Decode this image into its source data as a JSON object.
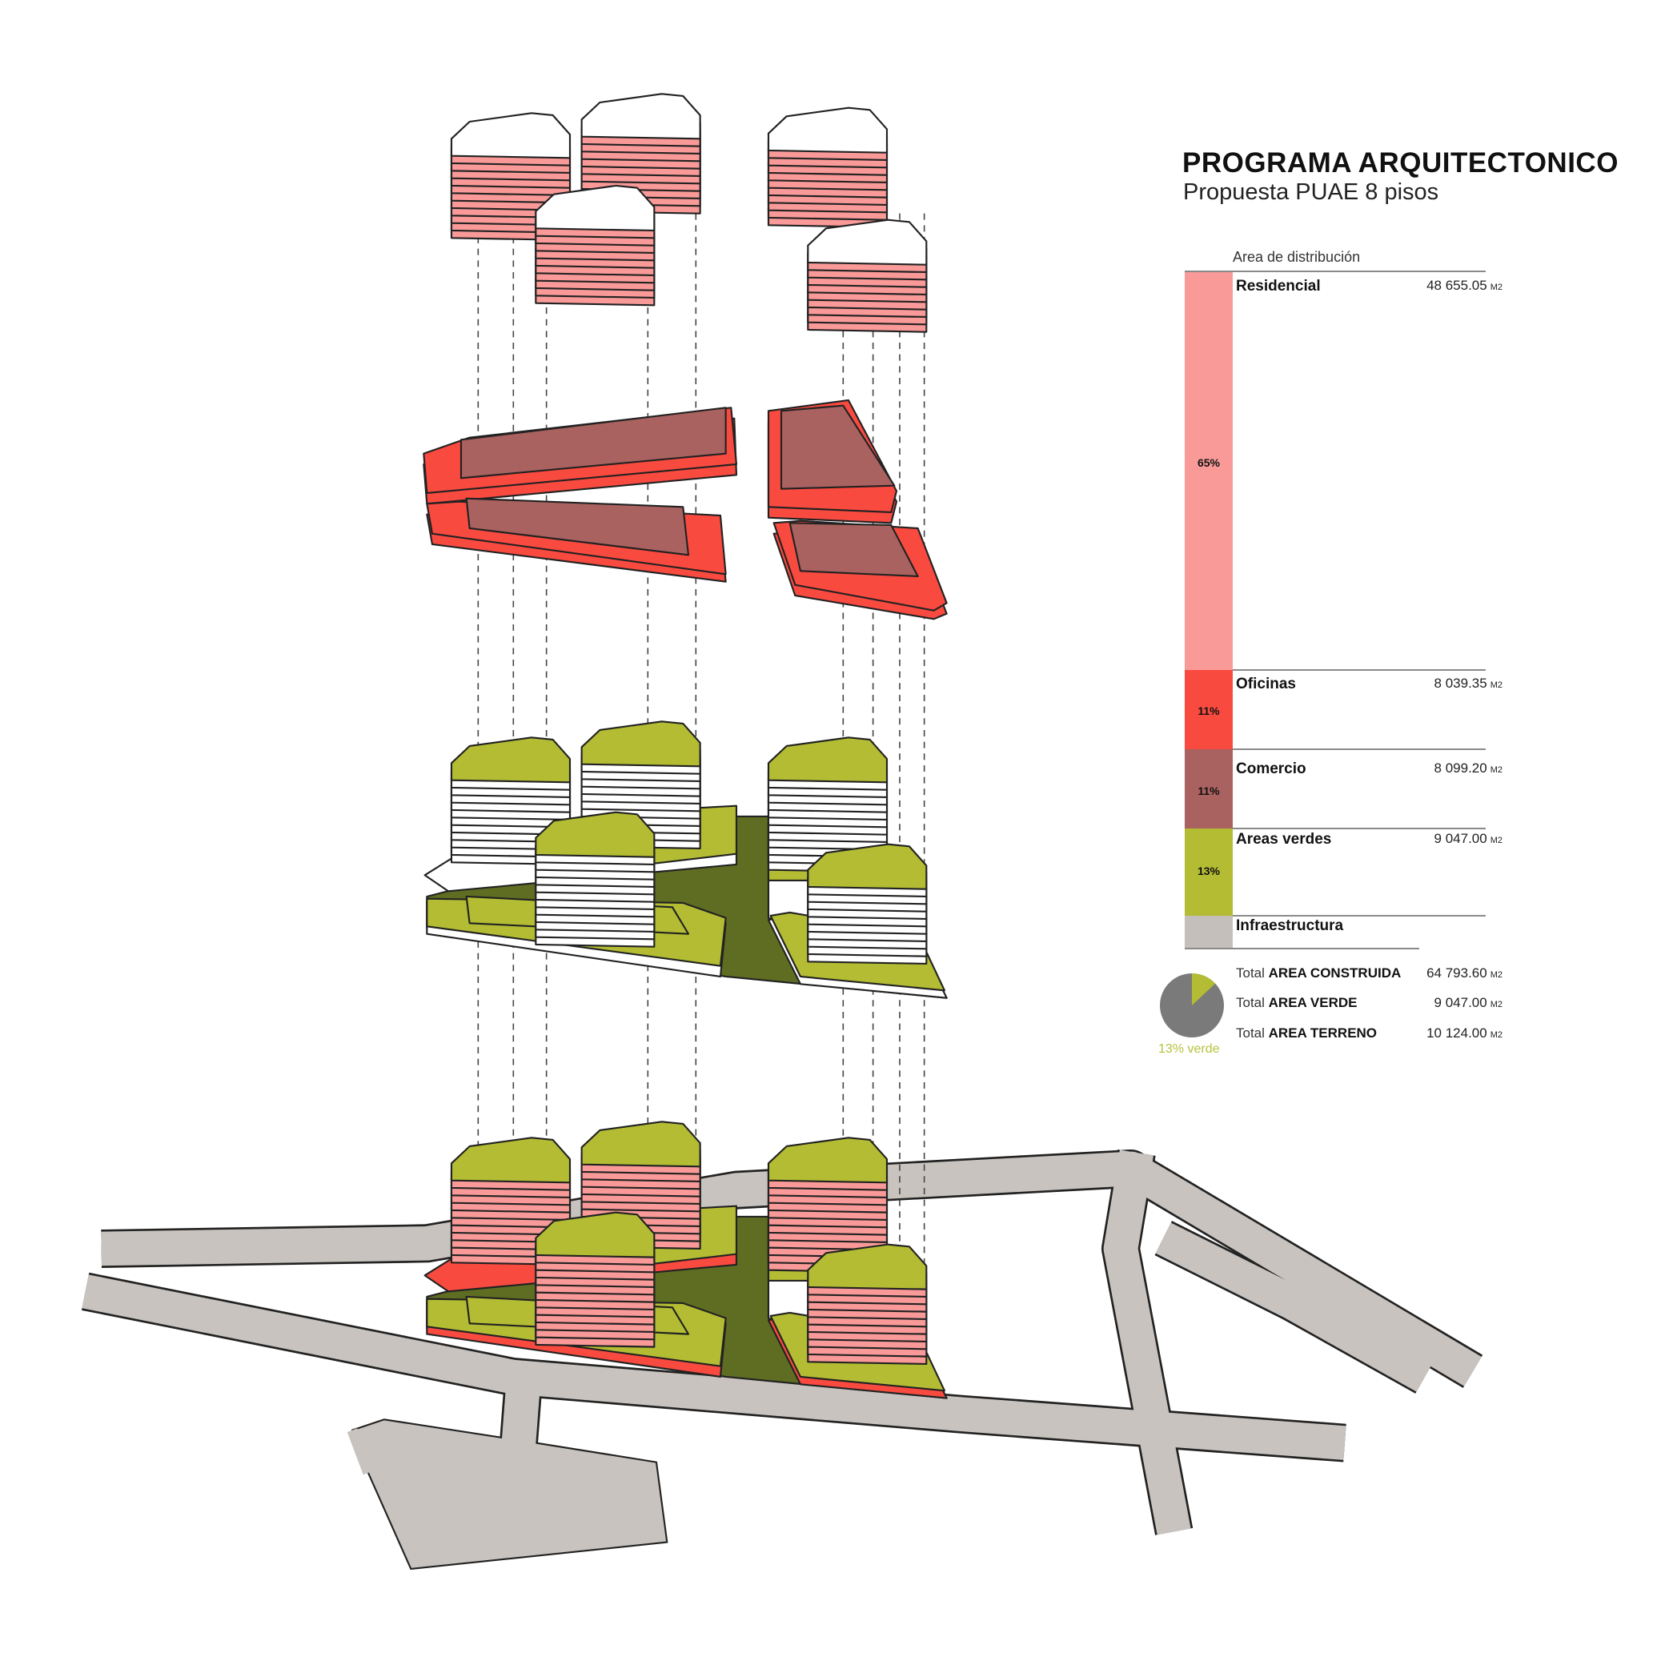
{
  "header": {
    "title": "PROGRAMA ARQUITECTONICO",
    "subtitle": "Propuesta PUAE 8 pisos"
  },
  "legend": {
    "heading": "Area de distribución",
    "unit": "M2",
    "items": [
      {
        "label": "Residencial",
        "value": "48 655.05",
        "percent": "65%",
        "color": "#f99a98"
      },
      {
        "label": "Oficinas",
        "value": "8 039.35",
        "percent": "11%",
        "color": "#f94a40"
      },
      {
        "label": "Comercio",
        "value": "8 099.20",
        "percent": "11%",
        "color": "#a9625f"
      },
      {
        "label": "Areas verdes",
        "value": "9 047.00",
        "percent": "13%",
        "color": "#b3bc33"
      },
      {
        "label": "Infraestructura",
        "value": "",
        "percent": "",
        "color": "#c4bfbb"
      }
    ]
  },
  "totals": [
    {
      "prefix": "Total",
      "label": "AREA CONSTRUIDA",
      "value": "64 793.60"
    },
    {
      "prefix": "Total",
      "label": "AREA VERDE",
      "value": "9 047.00"
    },
    {
      "prefix": "Total",
      "label": "AREA TERRENO",
      "value": "10 124.00"
    }
  ],
  "pie": {
    "caption": "13% verde",
    "green_fraction": 0.13,
    "green_color": "#b3bc33",
    "rest_color": "#7a7a7a"
  },
  "colors": {
    "residential": "#f99a98",
    "offices": "#f94a40",
    "commerce": "#a9625f",
    "green": "#b3bc33",
    "dark_green": "#5e6d22",
    "road": "#c8c3be",
    "outline": "#222222"
  }
}
